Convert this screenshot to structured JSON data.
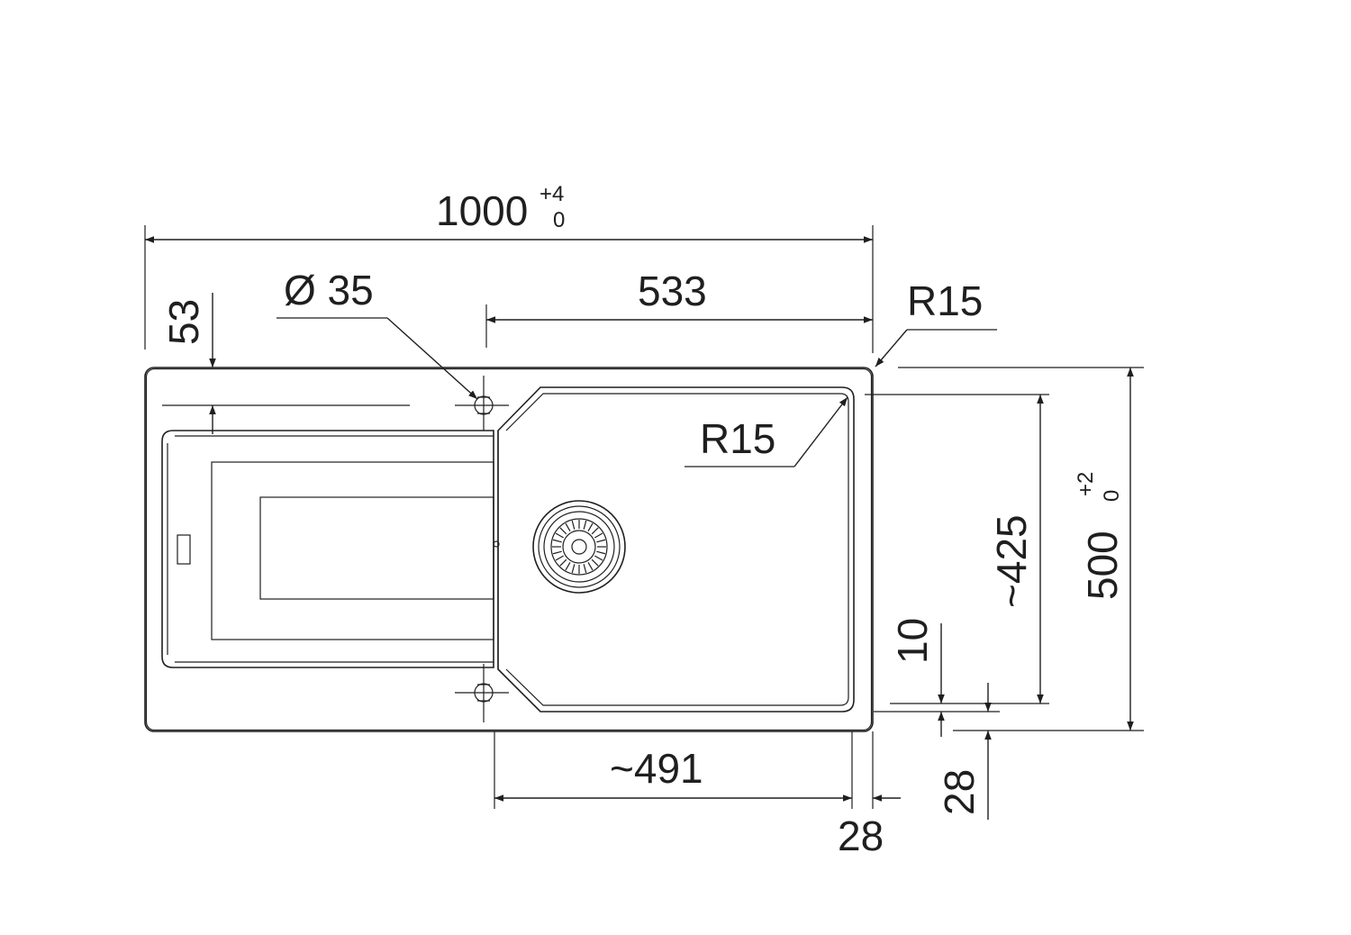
{
  "dimensions": {
    "overall_width": {
      "value": "1000",
      "tol_plus": "+4",
      "tol_minus": "0"
    },
    "hole_diameter": "Ø 35",
    "bowl_width": "533",
    "corner_radius_outer": "R15",
    "corner_radius_bowl": "R15",
    "tap_hole_offset": "53",
    "bowl_depth": "~425",
    "overall_depth": {
      "value": "500",
      "tol_plus": "+2",
      "tol_minus": "0"
    },
    "rim_gap": "10",
    "drainer_width": "~491",
    "right_rim": "28",
    "front_rim": "28"
  }
}
